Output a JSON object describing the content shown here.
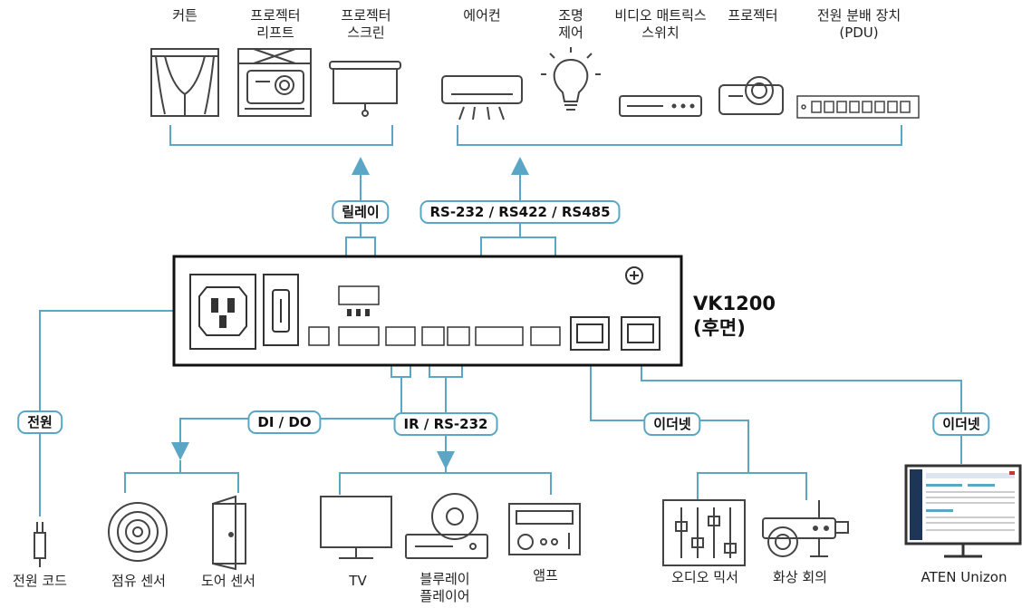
{
  "top_devices": {
    "curtain": "커튼",
    "projector_lift": [
      "프로젝터",
      "리프트"
    ],
    "projector_screen": [
      "프로젝터",
      "스크린"
    ],
    "air_conditioner": "에어컨",
    "lighting": [
      "조명",
      "제어"
    ],
    "video_matrix": [
      "비디오 매트릭스",
      "스위치"
    ],
    "projector": "프로젝터",
    "pdu": [
      "전원 분배 장치",
      "(PDU)"
    ]
  },
  "connection_labels": {
    "relay": "릴레이",
    "serial": "RS-232 / RS422 / RS485",
    "power": "전원",
    "dido": "DI / DO",
    "ir_rs232": "IR / RS-232",
    "ethernet_1": "이더넷",
    "ethernet_2": "이더넷"
  },
  "controller": {
    "model": "VK1200",
    "view": "(후면)"
  },
  "bottom_devices": {
    "power_cord": "전원 코드",
    "occupancy_sensor": "점유 센서",
    "door_sensor": "도어 센서",
    "tv": "TV",
    "bluray": [
      "블루레이",
      "플레이어"
    ],
    "amp": "앰프",
    "audio_mixer": "오디오 믹서",
    "video_conference": "화상 회의",
    "aten_unizon": "ATEN Unizon"
  },
  "colors": {
    "line": "#5aa6c4",
    "device": "#444444",
    "panel_border": "#111111"
  }
}
